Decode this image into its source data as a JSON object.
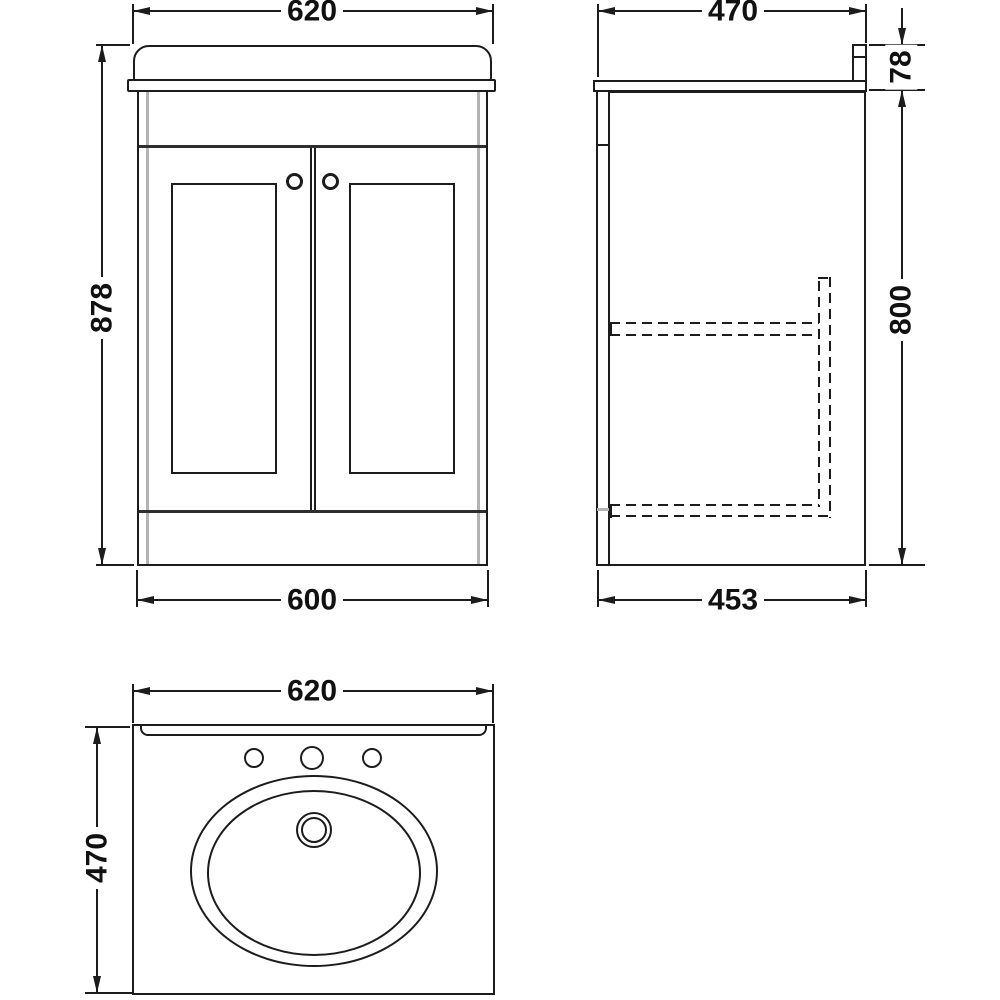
{
  "drawing": {
    "views": {
      "front": {
        "dim_top": "620",
        "dim_left": "878",
        "dim_bottom": "600"
      },
      "side": {
        "dim_top": "470",
        "dim_upstand": "78",
        "dim_right": "800",
        "dim_bottom": "453"
      },
      "plan": {
        "dim_top": "620",
        "dim_left": "470"
      }
    },
    "colors": {
      "line": "#1c1c1c",
      "light_line": "#b3b3b3",
      "background": "#ffffff"
    }
  }
}
